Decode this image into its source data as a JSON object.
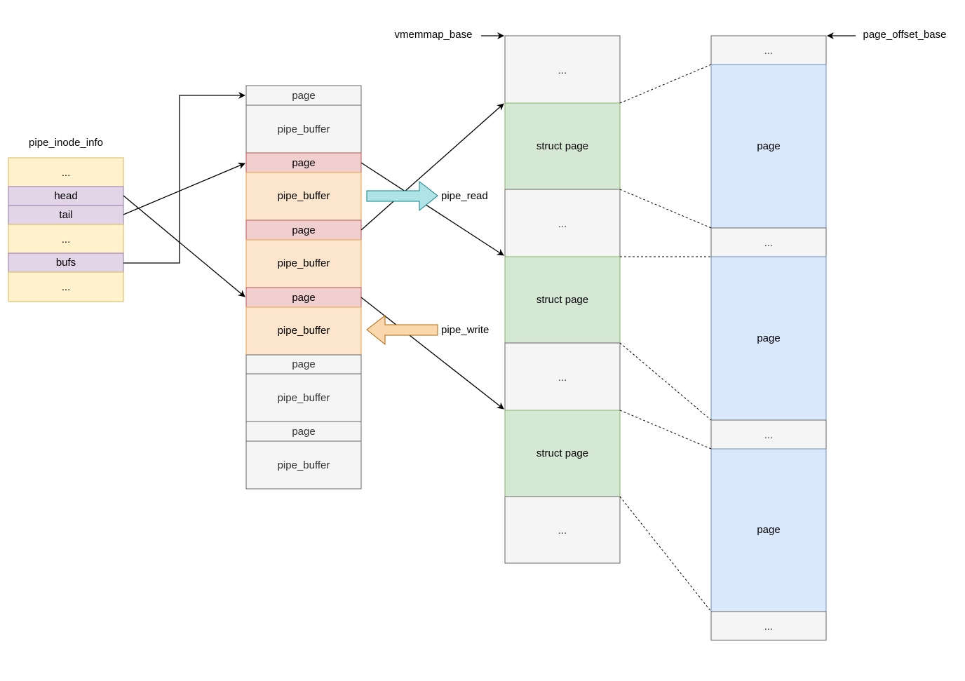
{
  "title": {
    "pipe_inode_info": "pipe_inode_info",
    "vmemmap_base": "vmemmap_base",
    "page_offset_base": "page_offset_base"
  },
  "pipe_inode_info": {
    "fields": [
      "...",
      "head",
      "tail",
      "...",
      "bufs",
      "..."
    ]
  },
  "buffer_array": {
    "cells": [
      "page",
      "pipe_buffer",
      "page",
      "pipe_buffer",
      "page",
      "pipe_buffer",
      "page",
      "pipe_buffer",
      "page",
      "pipe_buffer",
      "page",
      "pipe_buffer"
    ]
  },
  "vmemmap": {
    "cells": [
      "...",
      "struct page",
      "...",
      "struct page",
      "...",
      "struct page",
      "..."
    ]
  },
  "phys_memory": {
    "cells": [
      "...",
      "page",
      "...",
      "page",
      "...",
      "page",
      "..."
    ]
  },
  "operations": {
    "read": "pipe_read",
    "write": "pipe_write"
  },
  "colors": {
    "field_fill": "#fff2cc",
    "field_stroke": "#d6b656",
    "highlight_fill": "#e1d5e7",
    "highlight_stroke": "#9673a6",
    "active_buffer_fill": "#fce5cd",
    "active_buffer_stroke": "#e6a04a",
    "active_page_fill": "#f2cfcf",
    "active_page_stroke": "#b85450",
    "inactive_fill": "#f5f5f5",
    "inactive_stroke": "#666666",
    "struct_page_fill": "#d5e8d4",
    "struct_page_stroke": "#82b366",
    "phys_page_fill": "#dae8fc",
    "phys_page_stroke": "#6c8ebf",
    "read_arrow_fill": "#b0e3e6",
    "read_arrow_stroke": "#0e8088",
    "write_arrow_fill": "#fad7ac",
    "write_arrow_stroke": "#b46504"
  }
}
